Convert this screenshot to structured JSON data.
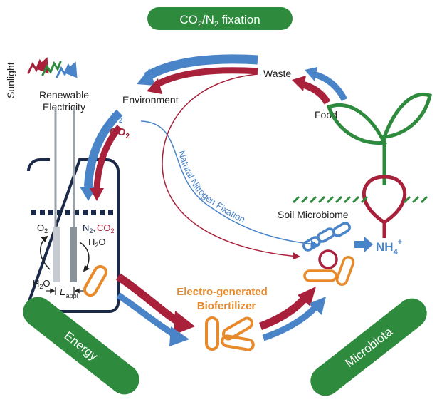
{
  "colors": {
    "green": "#2e8b3d",
    "red": "#a8203a",
    "blue": "#4a84c8",
    "orange": "#e8892a",
    "navy": "#1c2a4a",
    "gray": "#9aa1a8"
  },
  "labels": {
    "top_badge": {
      "main": "CO",
      "sub1": "2",
      "mid": "/N",
      "sub2": "2",
      "tail": " fixation"
    },
    "sunlight": "Sunlight",
    "renewable_line1": "Renewable",
    "renewable_line2": "Electricity",
    "environment": "Environment",
    "waste": "Waste",
    "food": "Food",
    "n2_env": {
      "main": "N",
      "sub": "2"
    },
    "co2_env": {
      "main": "CO",
      "sub": "2"
    },
    "natural_fixation": "Natural Nitrogen Fixation",
    "soil_microbiome": "Soil Microbiome",
    "nh4": {
      "main": "NH",
      "sub": "4",
      "sup": "+"
    },
    "biofert_line1": "Electro-generated",
    "biofert_line2": "Biofertilizer",
    "energy_badge": "Energy",
    "microbiota_badge": "Microbiota",
    "cell": {
      "o2": {
        "main": "O",
        "sub": "2"
      },
      "n2": {
        "main": "N",
        "sub": "2"
      },
      "comma": ",",
      "co2": {
        "main": "CO",
        "sub": "2"
      },
      "h2o_right": {
        "main": "H",
        "sub": "2",
        "tail": "O"
      },
      "h2o_left": {
        "main": "H",
        "sub": "2",
        "tail": "O"
      },
      "e_appl": {
        "main": "E",
        "sub": "appl"
      }
    }
  }
}
